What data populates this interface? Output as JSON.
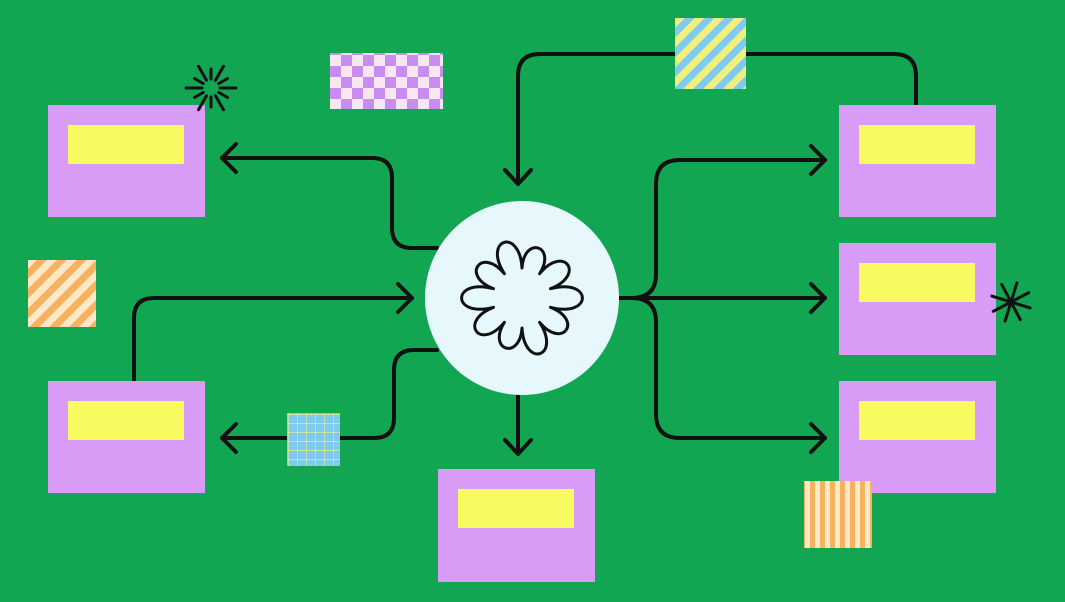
{
  "colors": {
    "background": "#12a653",
    "card": "#d99cf6",
    "card_label": "#f7fb60",
    "hub": "#e6f8fc",
    "line": "#111111",
    "swatch_pink": "#c98cf0",
    "swatch_cream": "#f8e6f0",
    "swatch_blue": "#7ecaf0",
    "swatch_yellow": "#f2f07c",
    "swatch_orange": "#f7b260",
    "swatch_cream_light": "#fde8c8"
  },
  "hub": {
    "icon": "flower-icon"
  },
  "cards": [
    {
      "name": "card-top-left"
    },
    {
      "name": "card-mid-left"
    },
    {
      "name": "card-bottom-center"
    },
    {
      "name": "card-top-right"
    },
    {
      "name": "card-mid-right"
    },
    {
      "name": "card-bottom-right"
    }
  ],
  "decorations": [
    {
      "name": "checker-swatch",
      "pattern": "checkerboard"
    },
    {
      "name": "diagonal-stripe-swatch-blue",
      "pattern": "diagonal-stripes"
    },
    {
      "name": "diagonal-stripe-swatch-orange",
      "pattern": "diagonal-stripes"
    },
    {
      "name": "grid-swatch",
      "pattern": "grid"
    },
    {
      "name": "vertical-stripe-swatch",
      "pattern": "vertical-stripes"
    },
    {
      "name": "sparkle-icon",
      "pattern": "starburst"
    },
    {
      "name": "asterisk-icon",
      "pattern": "asterisk"
    }
  ]
}
